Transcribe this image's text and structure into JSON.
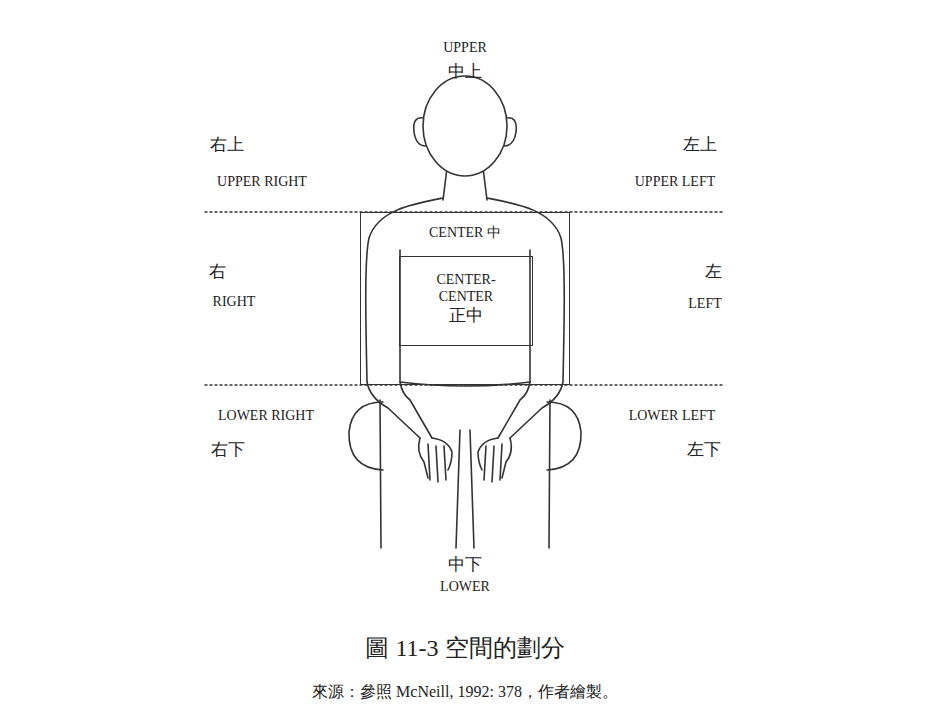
{
  "diagram": {
    "caption": "圖 11-3 空間的劃分",
    "nodes": [
      {
        "text": [
          "CENTER 中"
        ]
      },
      {
        "text": [
          "CENTER- CENTER",
          "正中"
        ],
        "in": 0
      }
    ],
    "labels": [
      "UPPER",
      "中上",
      "右上",
      "UPPER RIGHT",
      "左上",
      "UPPER LEFT",
      "右",
      "RIGHT",
      "左",
      "LEFT",
      "LOWER RIGHT",
      "右下",
      "LOWER LEFT",
      "左下",
      "中下",
      "LOWER",
      "來源：參照 McNeill, 1992: 378，作者繪製。"
    ]
  }
}
